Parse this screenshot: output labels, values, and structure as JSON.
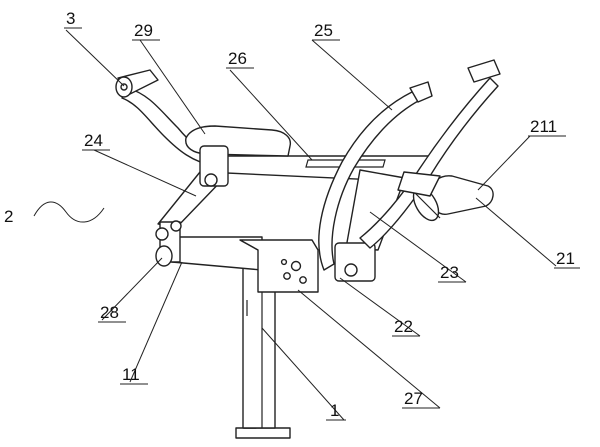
{
  "figure": {
    "wave_symbol": "tilde",
    "labels": {
      "l3": "3",
      "l29": "29",
      "l26": "26",
      "l25": "25",
      "l211": "211",
      "l24": "24",
      "l2": "2",
      "l21": "21",
      "l23": "23",
      "l28": "28",
      "l22": "22",
      "l11": "11",
      "l27": "27",
      "l1": "1"
    }
  }
}
